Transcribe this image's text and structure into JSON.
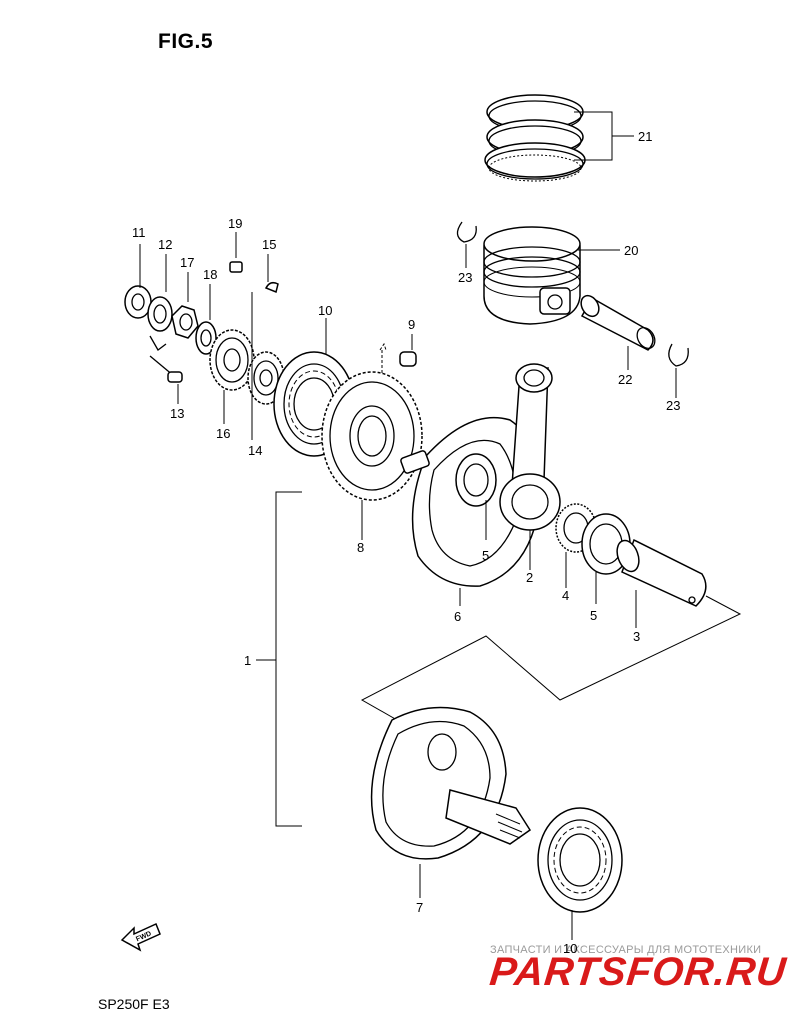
{
  "figure": {
    "title": "FIG.5",
    "model": "SP250F  E3",
    "forward_badge": "FWD"
  },
  "watermark": {
    "tagline": "ЗАПЧАСТИ И АКСЕССУАРЫ ДЛЯ МОТОТЕХНИКИ",
    "logo": "PARTSFOR.RU",
    "tagline_color": "#9a9a9a",
    "logo_color": "#d91a1a"
  },
  "callouts": {
    "c1": "1",
    "c2": "2",
    "c3": "3",
    "c4": "4",
    "c5a": "5",
    "c5b": "5",
    "c6": "6",
    "c7": "7",
    "c8": "8",
    "c9": "9",
    "c10a": "10",
    "c10b": "10",
    "c11": "11",
    "c12": "12",
    "c13": "13",
    "c14": "14",
    "c15": "15",
    "c16": "16",
    "c17": "17",
    "c18": "18",
    "c19": "19",
    "c20": "20",
    "c21": "21",
    "c22": "22",
    "c23a": "23",
    "c23b": "23"
  }
}
